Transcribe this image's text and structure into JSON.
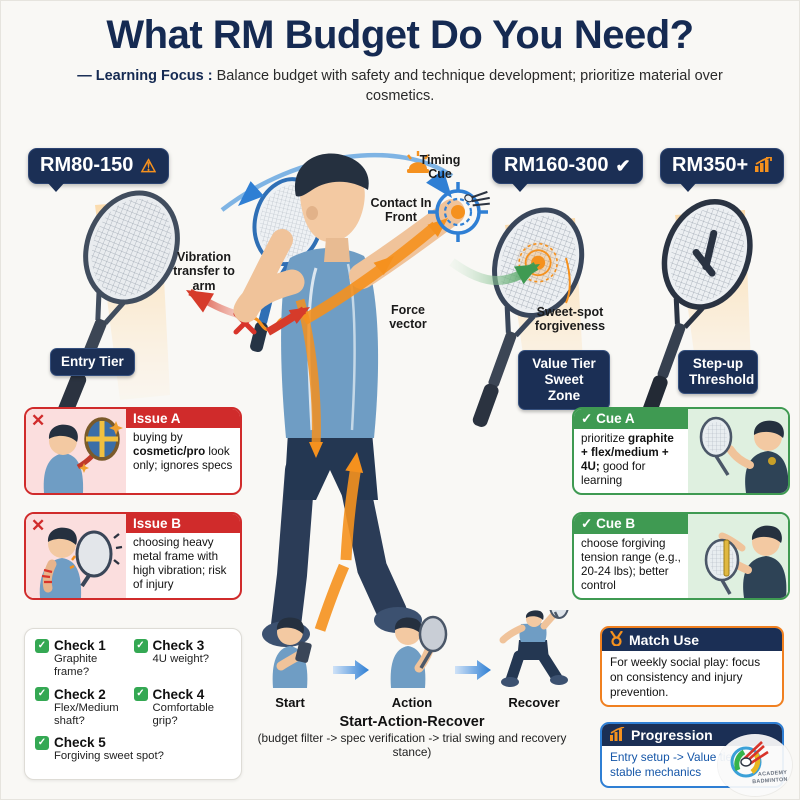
{
  "header": {
    "title": "What RM Budget Do You Need?",
    "dash": "—",
    "focus_label": "Learning Focus",
    "focus_sep": ":",
    "focus_text": "Balance budget with safety and technique development; prioritize material over cosmetics."
  },
  "colors": {
    "navy": "#1b2f55",
    "red": "#d02b2b",
    "green": "#3f9a52",
    "orange": "#f08020",
    "blue": "#2f7fd4",
    "background": "#f9f8f5"
  },
  "tiers": [
    {
      "badge": "RM80-150",
      "glyph": "⚠",
      "glyph_name": "warning-icon",
      "pill": "Entry Tier"
    },
    {
      "badge": "RM160-300",
      "glyph": "✔",
      "glyph_name": "check-icon",
      "pill": "Value Tier\nSweet Zone"
    },
    {
      "badge": "RM350+",
      "glyph": "Ὄ8",
      "glyph_name": "chart-up-icon",
      "pill": "Step-up\nThreshold"
    }
  ],
  "tier_pills": {
    "entry": "Entry Tier",
    "value_line1": "Value Tier",
    "value_line2": "Sweet Zone",
    "step_line1": "Step-up",
    "step_line2": "Threshold"
  },
  "annotations": {
    "vibration": "Vibration\ntransfer\nto arm",
    "contact": "Contact\nIn Front",
    "force": "Force\nvector",
    "timing": "Timing\nCue",
    "sweetspot": "Sweet-spot\nforgiveness"
  },
  "issues": [
    {
      "mark": "✕",
      "title": "Issue A",
      "text_1": "buying by ",
      "text_bold": "cosmetic/pro",
      "text_2": " look only; ignores specs"
    },
    {
      "mark": "✕",
      "title": "Issue B",
      "text_1": "choosing heavy metal frame with high vibration; risk of injury",
      "text_bold": "",
      "text_2": ""
    }
  ],
  "cues": [
    {
      "mark": "✓",
      "title": "Cue A",
      "text_1": "prioritize ",
      "text_bold": "graphite + flex/medium + 4U;",
      "text_2": " good for learning"
    },
    {
      "mark": "✓",
      "title": "Cue B",
      "text_1": "choose forgiving tension range (e.g., 20-24 lbs); better control",
      "text_bold": "",
      "text_2": ""
    }
  ],
  "checklist": [
    {
      "mark": "✓",
      "title": "Check 1",
      "desc": "Graphite frame?"
    },
    {
      "mark": "✓",
      "title": "Check 3",
      "desc": "4U weight?"
    },
    {
      "mark": "✓",
      "title": "Check 2",
      "desc": "Flex/Medium shaft?"
    },
    {
      "mark": "✓",
      "title": "Check 4",
      "desc": "Comfortable grip?"
    },
    {
      "mark": "✓",
      "title": "Check 5",
      "desc": "Forgiving sweet spot?"
    }
  ],
  "flow": {
    "steps": [
      "Start",
      "Action",
      "Recover"
    ],
    "title": "Start-Action-Recover",
    "note": "(budget filter -> spec verification -> trial swing and recovery stance)"
  },
  "match_use": {
    "icon": "Ἴ5",
    "title": "Match Use",
    "text": "For weekly social play: focus on consistency and injury prevention."
  },
  "progression": {
    "icon": "Ὄ8",
    "title": "Progression",
    "text": "Entry setup -> Value tier after stable mechanics"
  },
  "logo": {
    "line1": "ACADEMY",
    "line2": "BADMINTON"
  }
}
